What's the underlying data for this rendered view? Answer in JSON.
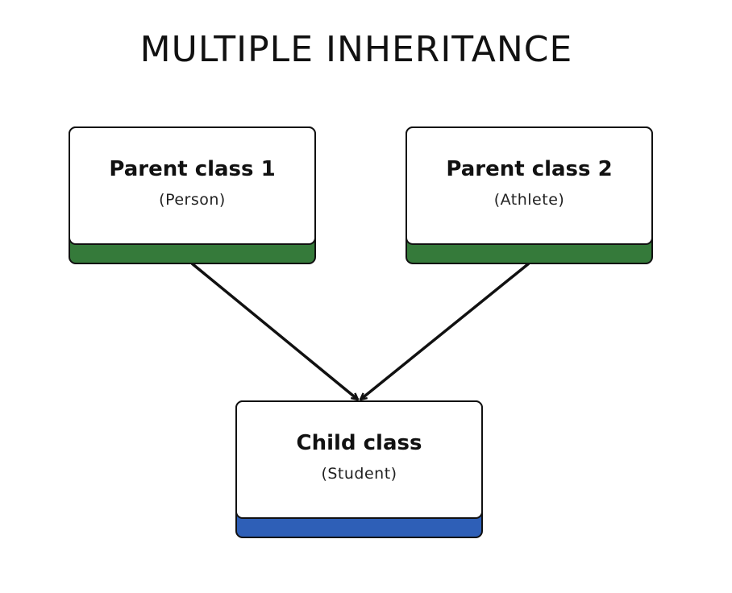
{
  "title": "MULTIPLE INHERITANCE",
  "nodes": {
    "parent1": {
      "name": "Parent class 1",
      "sub": "(Person)",
      "accent": "#357a3a"
    },
    "parent2": {
      "name": "Parent class 2",
      "sub": "(Athlete)",
      "accent": "#357a3a"
    },
    "child": {
      "name": "Child class",
      "sub": "(Student)",
      "accent": "#2e5fb7"
    }
  },
  "edges": [
    {
      "from": "parent1",
      "to": "child"
    },
    {
      "from": "parent2",
      "to": "child"
    }
  ]
}
